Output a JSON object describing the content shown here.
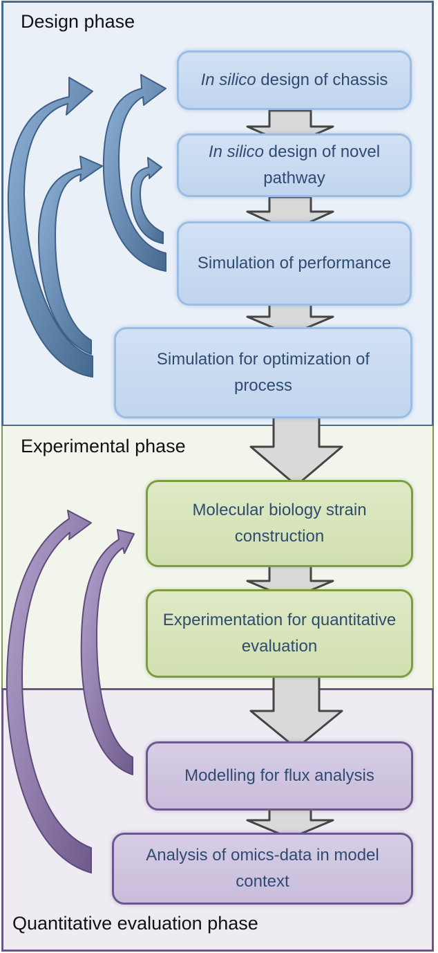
{
  "phases": {
    "design": {
      "label": "Design phase"
    },
    "experimental": {
      "label": "Experimental phase"
    },
    "quantitative": {
      "label": "Quantitative evaluation phase"
    }
  },
  "steps": {
    "chassis": {
      "italic": "In silico",
      "text": " design of chassis"
    },
    "pathway": {
      "italic": "In silico",
      "text": " design of novel pathway"
    },
    "performance": {
      "text": "Simulation of performance"
    },
    "optimization": {
      "text": "Simulation for optimization of process"
    },
    "strain": {
      "text": "Molecular biology strain construction"
    },
    "experimentation": {
      "text": "Experimentation for quantitative evaluation"
    },
    "flux": {
      "text": "Modelling for flux analysis"
    },
    "omics": {
      "text": "Analysis of omics-data in model context"
    }
  },
  "colors": {
    "design_accent": "#4a6b91",
    "experimental_accent": "#7a9a4a",
    "quantitative_accent": "#6a5583"
  }
}
